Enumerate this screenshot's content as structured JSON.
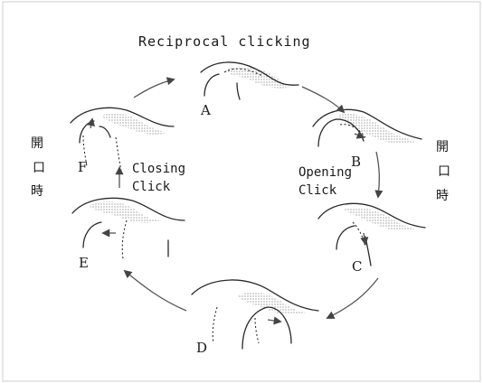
{
  "diagram": {
    "title": "Reciprocal clicking",
    "stages": [
      {
        "label": "A"
      },
      {
        "label": "B"
      },
      {
        "label": "C"
      },
      {
        "label": "D"
      },
      {
        "label": "E"
      },
      {
        "label": "F"
      }
    ],
    "opening_click": {
      "line1": "Opening",
      "line2": "Click"
    },
    "closing_click": {
      "line1": "Closing",
      "line2": "Click"
    },
    "left_side_text": [
      "開",
      "口",
      "時"
    ],
    "right_side_text": [
      "開",
      "口",
      "時"
    ]
  }
}
